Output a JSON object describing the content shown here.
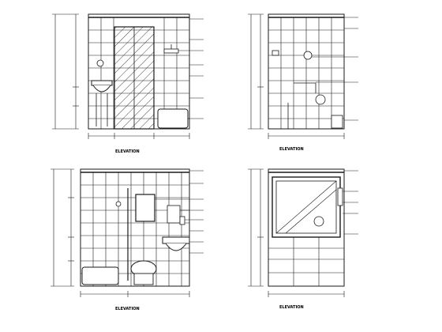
{
  "sheet": {
    "title": ""
  },
  "panels": [
    {
      "id": "A",
      "tag": "",
      "label": "ELEVATION",
      "subtitle": "",
      "total_height": "",
      "segment_heights": [],
      "bottom_dims": [],
      "notes": []
    },
    {
      "id": "B",
      "tag": "",
      "label": "ELEVATION",
      "subtitle": "",
      "total_height": "",
      "segment_heights": [],
      "bottom_dims": [],
      "notes": []
    },
    {
      "id": "C",
      "tag": "",
      "label": "ELEVATION",
      "subtitle": "",
      "total_height": "",
      "segment_heights": [],
      "bottom_dims": [],
      "notes": []
    },
    {
      "id": "D",
      "tag": "",
      "label": "ELEVATION",
      "subtitle": "",
      "total_height": "",
      "segment_heights": [],
      "bottom_dims": [],
      "notes": []
    }
  ],
  "watermark": {
    "logo_text": "",
    "id_text": "",
    "site_name": "",
    "site_url": "",
    "corner_text": ""
  },
  "colors": {
    "ink": "#1a1a1a",
    "hatch": "#333333",
    "watermark": "#b5b5b5"
  }
}
